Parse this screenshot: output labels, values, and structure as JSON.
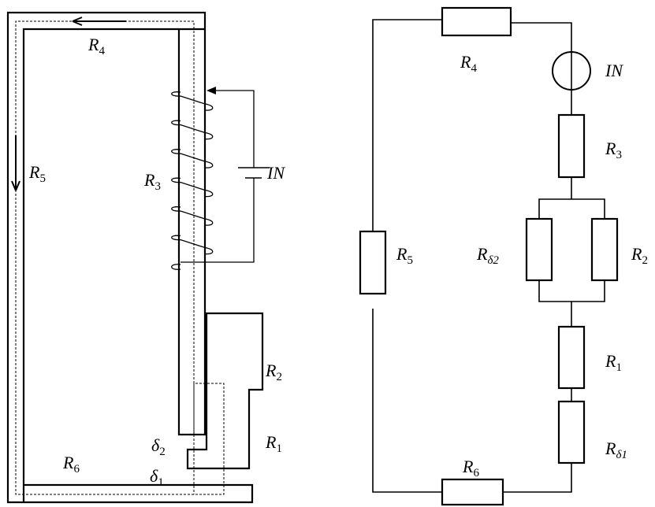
{
  "figure": {
    "left": {
      "title": "magnetic circuit",
      "labels": {
        "R4": {
          "base": "R",
          "sub": "4"
        },
        "R5": {
          "base": "R",
          "sub": "5"
        },
        "R3": {
          "base": "R",
          "sub": "3"
        },
        "R2": {
          "base": "R",
          "sub": "2"
        },
        "R1": {
          "base": "R",
          "sub": "1"
        },
        "R6": {
          "base": "R",
          "sub": "6"
        },
        "delta2": {
          "base": "δ",
          "sub": "2"
        },
        "delta1": {
          "base": "δ",
          "sub": "1"
        },
        "IN": "IN"
      },
      "coil_turns": 7
    },
    "right": {
      "title": "equivalent circuit",
      "labels": {
        "R4": {
          "base": "R",
          "sub": "4"
        },
        "IN": "IN",
        "R3": {
          "base": "R",
          "sub": "3"
        },
        "Rd2": {
          "base": "R",
          "sub": "δ2"
        },
        "R2": {
          "base": "R",
          "sub": "2"
        },
        "R5": {
          "base": "R",
          "sub": "5"
        },
        "R1": {
          "base": "R",
          "sub": "1"
        },
        "Rd1": {
          "base": "R",
          "sub": "δ1"
        },
        "R6": {
          "base": "R",
          "sub": "6"
        }
      }
    }
  }
}
